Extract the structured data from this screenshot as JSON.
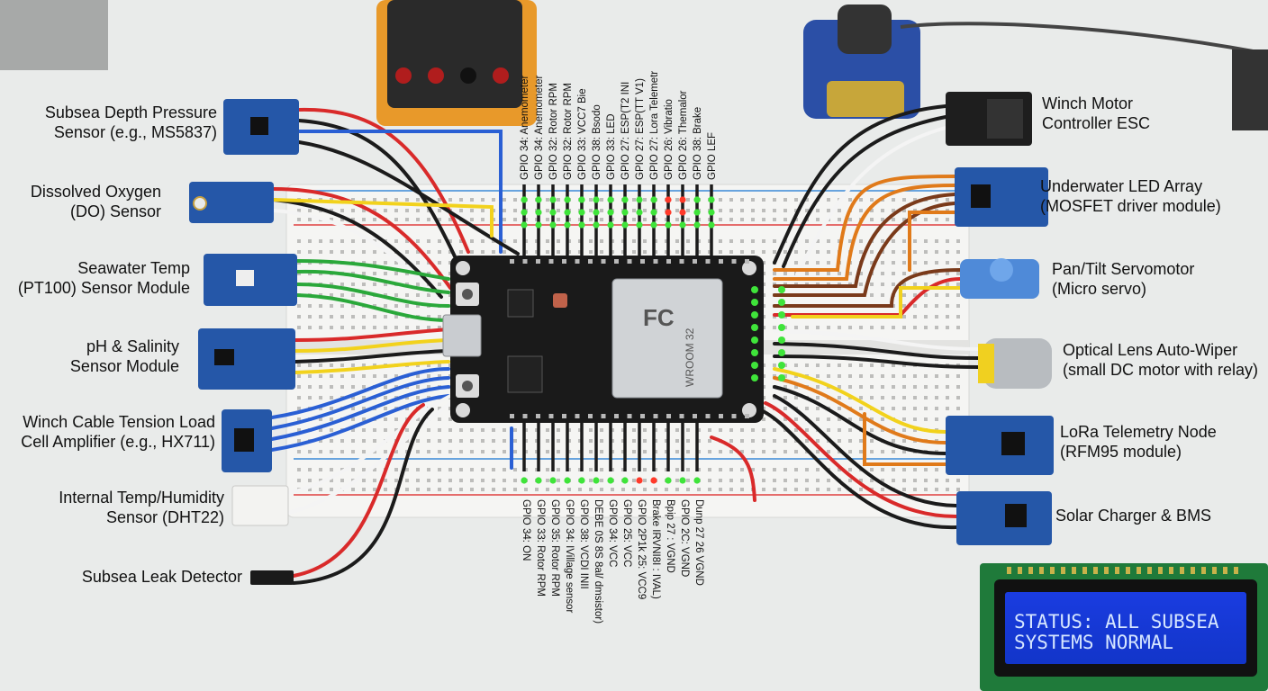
{
  "left_labels": [
    {
      "id": "depth",
      "lines": [
        "Subsea Depth Pressure",
        "Sensor (e.g., MS5837)"
      ]
    },
    {
      "id": "do",
      "lines": [
        "Dissolved Oxygen",
        "(DO) Sensor"
      ]
    },
    {
      "id": "temp",
      "lines": [
        "Seawater Temp",
        "(PT100) Sensor Module"
      ]
    },
    {
      "id": "ph",
      "lines": [
        "pH & Salinity",
        "Sensor Module"
      ]
    },
    {
      "id": "winch-tension",
      "lines": [
        "Winch Cable Tension Load",
        "Cell Amplifier (e.g., HX711)"
      ]
    },
    {
      "id": "dht22",
      "lines": [
        "Internal Temp/Humidity",
        "Sensor (DHT22)"
      ]
    },
    {
      "id": "leak",
      "lines": [
        "Subsea Leak Detector"
      ]
    }
  ],
  "right_labels": [
    {
      "id": "esc",
      "lines": [
        "Winch Motor",
        "Controller ESC"
      ]
    },
    {
      "id": "led",
      "lines": [
        "Underwater LED Array",
        "(MOSFET driver module)"
      ]
    },
    {
      "id": "servo",
      "lines": [
        "Pan/Tilt Servomotor",
        "(Micro servo)"
      ]
    },
    {
      "id": "wiper",
      "lines": [
        "Optical Lens Auto-Wiper",
        "(small DC motor with relay)"
      ]
    },
    {
      "id": "lora",
      "lines": [
        "LoRa Telemetry Node",
        "(RFM95 module)"
      ]
    },
    {
      "id": "solar",
      "lines": [
        "Solar Charger & BMS"
      ]
    }
  ],
  "top_pins": [
    "GPIO 34: Anemometer",
    "GPIO 34: Anemometer",
    "GPIO 32: Rotor RPM",
    "GPIO 32: Rotor RPM",
    "GPIO 33: VCC7 Bie",
    "GPIO 38: Bsodo",
    "GPIO 33: LED",
    "GPIO 27: ESP(T2 INI",
    "GPIO 27: ESP(TT V1)",
    "GPIO 27: Lora Telemetr",
    "GPIO 26: Vibratio",
    "GPIO 26: Themalor",
    "GPIO 38: Brake",
    "GPIO LEF"
  ],
  "bottom_pins": [
    "GPIO 34: ON",
    "GPIO 33: Rotor RPM",
    "GPIO 35: Rotor RPM",
    "GPIO 34: IVillage sensor",
    "GPIO 38: VCDI INII",
    "DEBE 0S 8S 8al/ dmsistor)",
    "GPIO 34: VCC",
    "GPIO 25: VCC",
    "GPIO 2P1k 25: VCC9",
    "Brake IRVNI8I : IVAL)",
    "Bpip 27 : VGND",
    "GPIO 2C: VGND",
    "Dunp 27 26 VGND"
  ],
  "lcd": {
    "line1": "STATUS: ALL SUBSEA",
    "line2": "SYSTEMS NORMAL"
  },
  "board": {
    "chip_brand": "FC",
    "chip_text": "WROOM 32"
  },
  "colors": {
    "pcb_blue": "#2557a8",
    "board_black": "#1a1a1a",
    "wire_red": "#d92a2a",
    "wire_black": "#1b1b1b",
    "wire_blue": "#2a5fd4",
    "wire_green": "#2aa83a",
    "wire_yellow": "#f2d21c",
    "wire_white": "#f4f4f4",
    "wire_orange": "#e07a1a",
    "wire_brown": "#7a3a1a",
    "led_green": "#3fe43a",
    "led_red": "#ff3a2a",
    "lcd_blue": "#1a3ce0"
  }
}
